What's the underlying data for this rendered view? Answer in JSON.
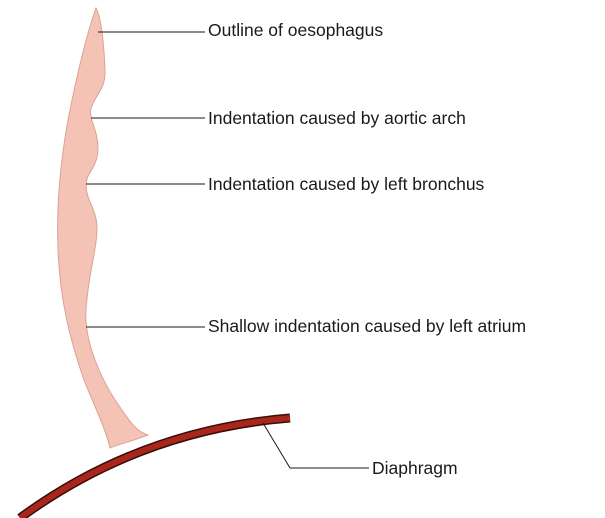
{
  "labels": {
    "outline": "Outline of oesophagus",
    "aortic_arch": "Indentation caused by aortic arch",
    "left_bronchus": "Indentation caused by left bronchus",
    "left_atrium": "Shallow indentation caused by left atrium",
    "diaphragm": "Diaphragm"
  },
  "colors": {
    "oesophagus_fill": "#f4c3b6",
    "oesophagus_edge": "#d9a396",
    "diaphragm": "#a8271c",
    "diaphragm_edge": "#3a0d08",
    "leader_line": "#1a1a1a"
  }
}
